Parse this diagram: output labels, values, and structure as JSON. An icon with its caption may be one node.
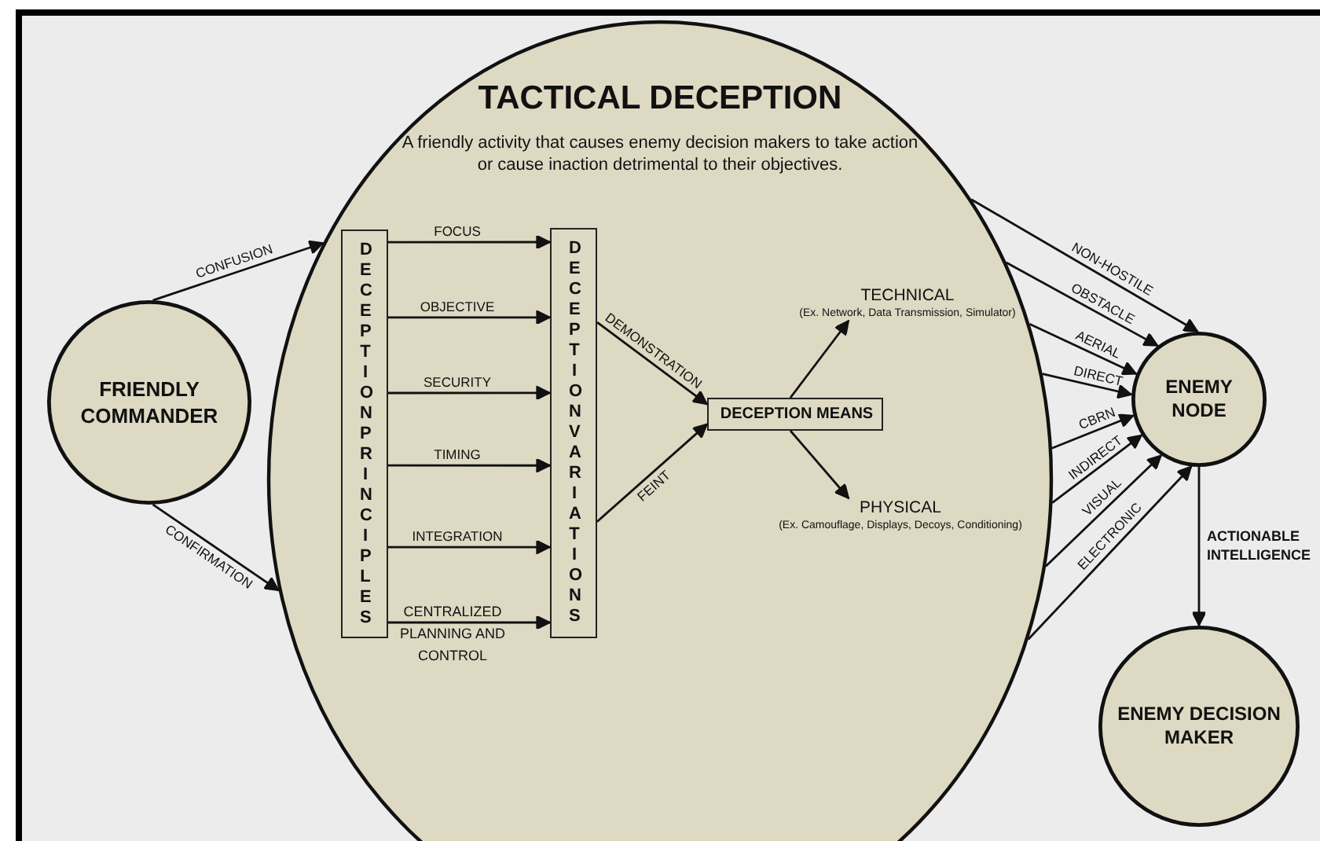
{
  "diagram": {
    "nodes": [
      {
        "text": [
          "TACTICAL DECEPTION",
          "A friendly activity that causes enemy decision makers to take action or cause inaction detrimental to their objectives."
        ]
      },
      {
        "text": [
          "FRIENDLY COMMANDER"
        ]
      },
      {
        "text": [
          "DECEPTION PRINCIPLES"
        ],
        "in": 0
      },
      {
        "text": [
          "DECEPTION VARIATIONS"
        ],
        "in": 0
      },
      {
        "text": [
          "DECEPTION MEANS"
        ],
        "in": 0
      },
      {
        "text": [
          "TECHNICAL",
          "(Ex. Network, Data Transmission, Simulator)"
        ],
        "in": 0
      },
      {
        "text": [
          "PHYSICAL",
          "(Ex. Camouflage, Displays, Decoys, Conditioning)"
        ],
        "in": 0
      },
      {
        "text": [
          "ENEMY NODE"
        ]
      },
      {
        "text": [
          "ENEMY DECISION MAKER"
        ]
      }
    ],
    "edges": [
      {
        "from": 1,
        "to": 0,
        "label": "CONFUSION",
        "arrow": "to"
      },
      {
        "from": 1,
        "to": 0,
        "label": "CONFIRMATION",
        "arrow": "to"
      },
      {
        "from": 2,
        "to": 3,
        "label": "FOCUS",
        "arrow": "to"
      },
      {
        "from": 2,
        "to": 3,
        "label": "OBJECTIVE",
        "arrow": "to"
      },
      {
        "from": 2,
        "to": 3,
        "label": "SECURITY",
        "arrow": "to"
      },
      {
        "from": 2,
        "to": 3,
        "label": "TIMING",
        "arrow": "to"
      },
      {
        "from": 2,
        "to": 3,
        "label": "INTEGRATION",
        "arrow": "to"
      },
      {
        "from": 2,
        "to": 3,
        "label": "CENTRALIZED PLANNING AND CONTROL",
        "arrow": "to"
      },
      {
        "from": 3,
        "to": 4,
        "label": "DEMONSTRATION",
        "arrow": "to"
      },
      {
        "from": 3,
        "to": 4,
        "label": "FEINT",
        "arrow": "to"
      },
      {
        "from": 4,
        "to": 5,
        "arrow": "to"
      },
      {
        "from": 4,
        "to": 6,
        "arrow": "to"
      },
      {
        "from": 0,
        "to": 7,
        "label": "NON-HOSTILE",
        "arrow": "to"
      },
      {
        "from": 0,
        "to": 7,
        "label": "OBSTACLE",
        "arrow": "to"
      },
      {
        "from": 0,
        "to": 7,
        "label": "AERIAL",
        "arrow": "to"
      },
      {
        "from": 0,
        "to": 7,
        "label": "DIRECT",
        "arrow": "to"
      },
      {
        "from": 0,
        "to": 7,
        "label": "CBRN",
        "arrow": "to"
      },
      {
        "from": 0,
        "to": 7,
        "label": "INDIRECT",
        "arrow": "to"
      },
      {
        "from": 0,
        "to": 7,
        "label": "VISUAL",
        "arrow": "to"
      },
      {
        "from": 0,
        "to": 7,
        "label": "ELECTRONIC",
        "arrow": "to"
      },
      {
        "from": 7,
        "to": 8,
        "label": "ACTIONABLE INTELLIGENCE",
        "arrow": "to"
      }
    ]
  }
}
